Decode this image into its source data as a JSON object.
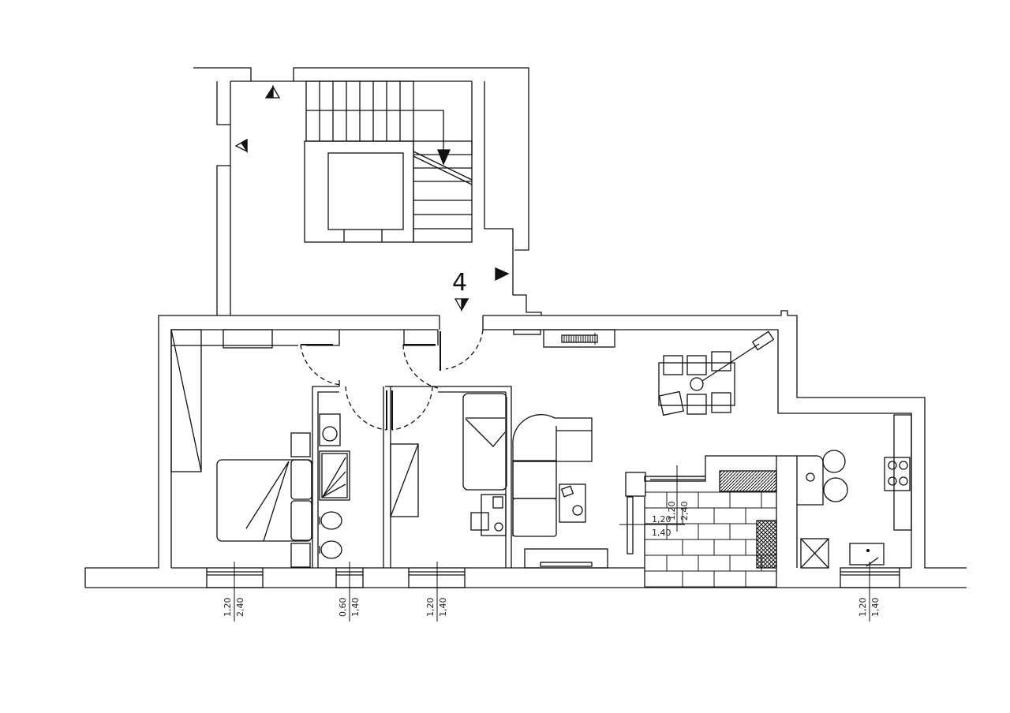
{
  "diagram": {
    "type": "architectural floor plan",
    "stair_label": "4",
    "colors": {
      "line": "#111111",
      "background": "#ffffff",
      "fill_dark": "#111111"
    },
    "openings": [
      {
        "id": "bedroom-window",
        "width": "1,20",
        "height": "2,40"
      },
      {
        "id": "bathroom-window",
        "width": "0,60",
        "height": "1,40"
      },
      {
        "id": "second-bedroom-window",
        "width": "1,20",
        "height": "1,40"
      },
      {
        "id": "kitchen-window",
        "width": "1,20",
        "height": "1,40"
      }
    ],
    "terrace_window": {
      "width": "1,20",
      "height": "2,40"
    },
    "terrace_inner_window": {
      "width": "1,20",
      "height": "1,40"
    }
  }
}
